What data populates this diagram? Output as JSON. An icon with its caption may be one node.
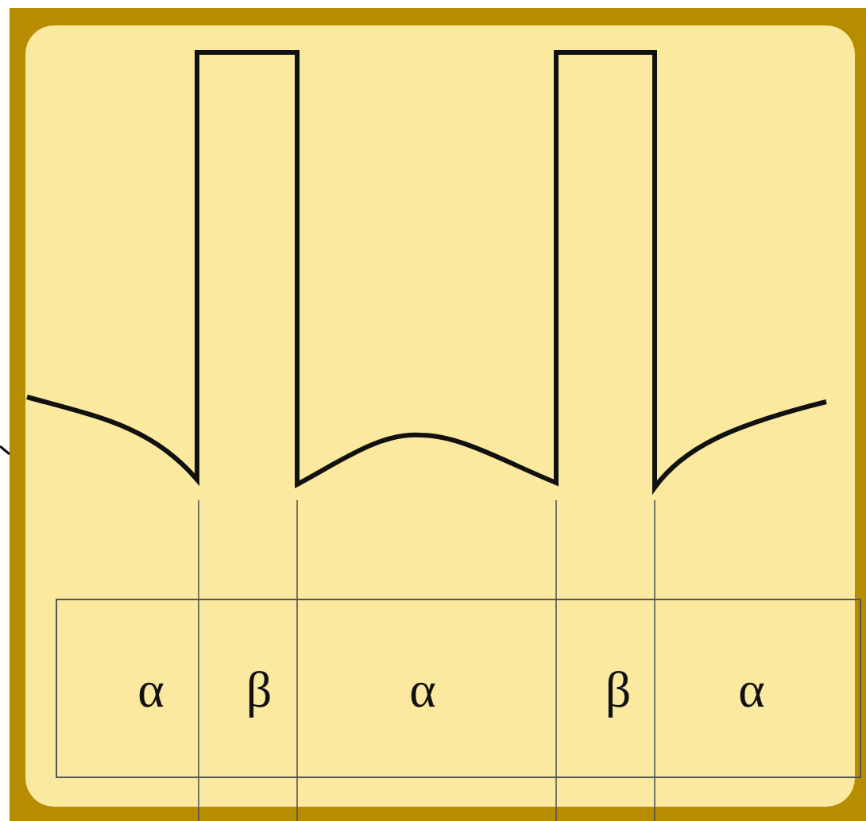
{
  "diagram": {
    "labels": [
      "α",
      "β",
      "α",
      "β",
      "α"
    ]
  }
}
